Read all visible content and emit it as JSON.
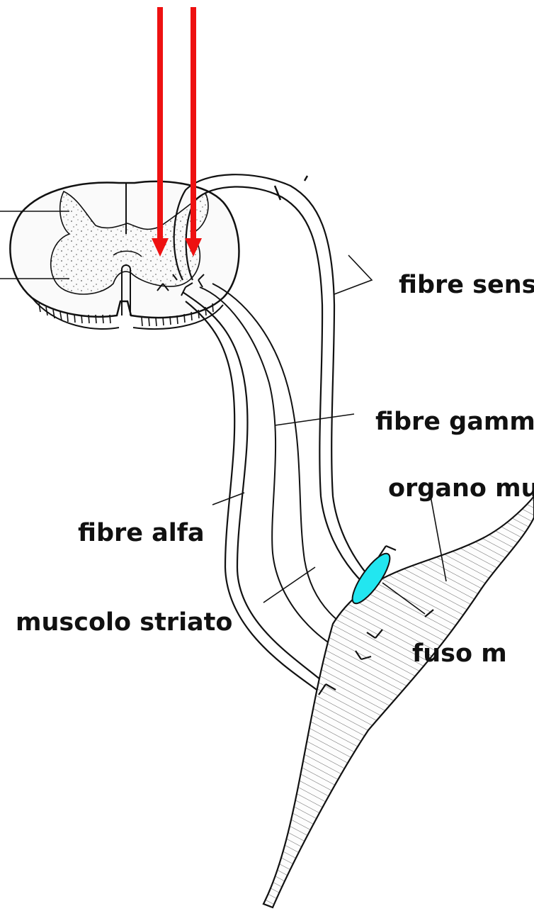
{
  "labels": {
    "sensory_fibers": "fibre sens",
    "gamma_fibers": "fibre gamm",
    "tendon_organ": "organo mu",
    "alpha_fibers": "fibre alfa",
    "striated_muscle": "muscolo striato",
    "muscle_spindle": "fuso m"
  },
  "colors": {
    "arrow": "#ee1111",
    "spindle_fill": "#22e6f0",
    "ink": "#111111",
    "grey_matter_dots": "#555555"
  }
}
